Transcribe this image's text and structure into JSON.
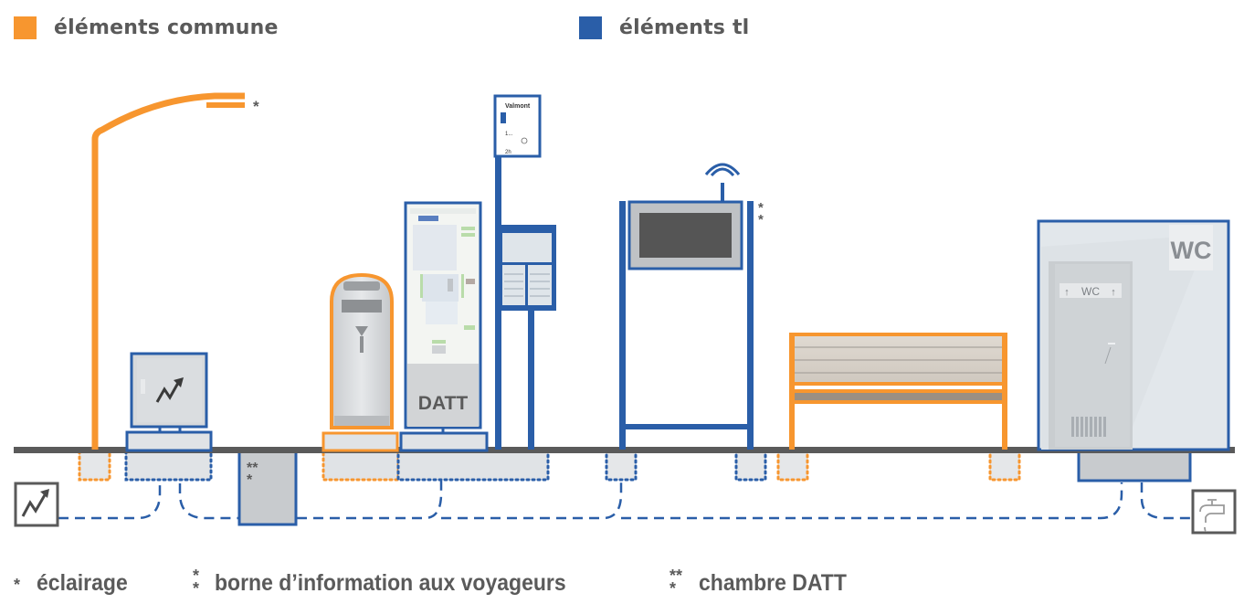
{
  "colors": {
    "commune": "#f7962f",
    "tl": "#2a5ea8",
    "ground": "#5a5a5a",
    "text": "#5a5a5a",
    "fill_grey": "#d6d9dc",
    "screen_dark": "#555555"
  },
  "legend": {
    "commune": {
      "label": "éléments commune",
      "icon": "orange-square"
    },
    "tl": {
      "label": "éléments tl",
      "icon": "blue-square"
    }
  },
  "elements": {
    "street_light": {
      "marker": "*"
    },
    "electric_cabinet": {
      "icon": "lightning-arrow-icon"
    },
    "ticket_machine": {},
    "datt_kiosk": {
      "label": "DATT"
    },
    "bus_stop_pole": {
      "sign_title": "Valmont",
      "sign_line": "1...",
      "sign_time": "2h"
    },
    "info_display": {
      "marker": "*\n*",
      "icon": "wifi-icon"
    },
    "bench": {},
    "wc": {
      "sign": "WC",
      "door_sign": "WC"
    },
    "datt_chamber": {
      "marker": "**\n*"
    },
    "power_supply": {
      "icon": "lightning-arrow-icon"
    },
    "water_supply": {
      "icon": "water-tap-icon"
    }
  },
  "footnotes": [
    {
      "marker": "*",
      "label": "éclairage"
    },
    {
      "marker": "* *",
      "label": "borne d’information aux voyageurs"
    },
    {
      "marker": "** *",
      "label": "chambre DATT"
    }
  ]
}
